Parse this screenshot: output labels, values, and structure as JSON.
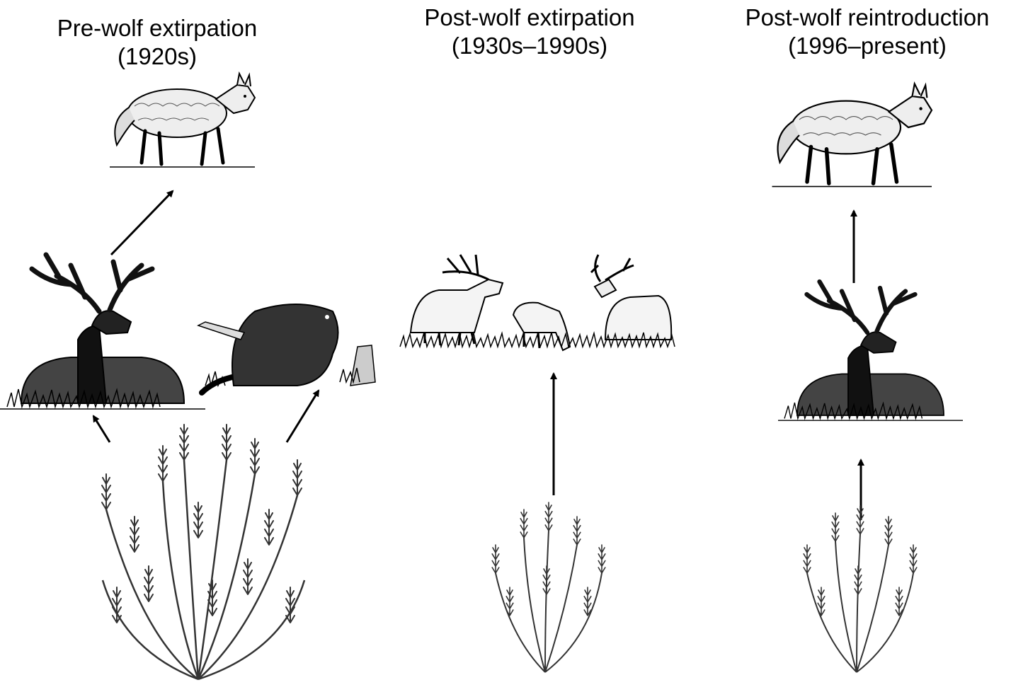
{
  "panels": [
    {
      "title_line1": "Pre-wolf extirpation",
      "title_line2": "(1920s)"
    },
    {
      "title_line1": "Post-wolf extirpation",
      "title_line2": "(1930s–1990s)"
    },
    {
      "title_line1": "Post-wolf reintroduction",
      "title_line2": "(1996–present)"
    }
  ],
  "illustrations": [
    "wolf-icon",
    "elk-icon",
    "beaver-icon",
    "willow-icon",
    "elk-herd-icon",
    "arrow-icon"
  ],
  "colors": {
    "ink": "#000000",
    "fill": "#ffffff",
    "shade": "#555555"
  }
}
